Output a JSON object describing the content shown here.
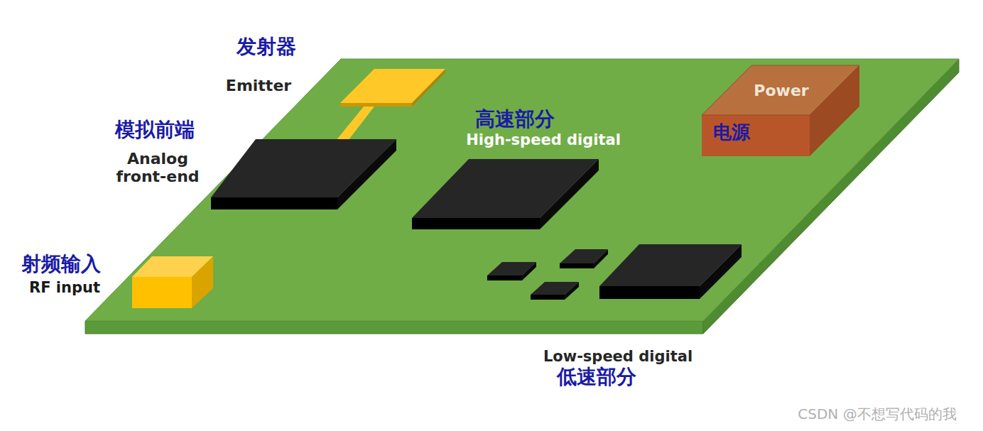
{
  "diagram": {
    "nodes": [
      {
        "text": [
          "Power",
          "电源"
        ]
      }
    ],
    "labels": [
      "发射器",
      "Emitter",
      "模拟前端",
      "Analog front-end",
      "高速部分",
      "High-speed digital",
      "射频输入",
      "RF input",
      "Low-speed digital",
      "低速部分",
      "CSDN @不想写代码的我"
    ]
  }
}
